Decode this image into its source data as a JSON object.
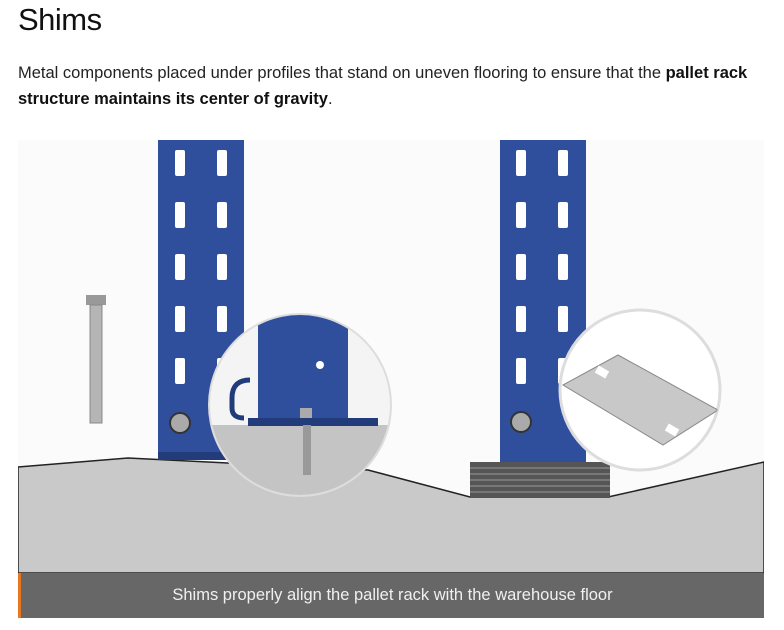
{
  "heading": "Shims",
  "description": {
    "text": "Metal components placed under profiles that stand on uneven flooring to ensure that the ",
    "bold": "pallet rack structure maintains its center of gravity",
    "end": "."
  },
  "figure": {
    "caption": "Shims properly align the pallet rack with the warehouse floor",
    "colors": {
      "upright": "#2f4e9c",
      "floor": "#c9c9c9",
      "caption_bg": "#676767",
      "accent": "#e87722"
    }
  }
}
